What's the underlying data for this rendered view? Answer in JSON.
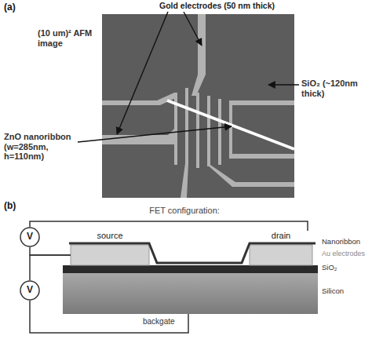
{
  "diagram": {
    "nodes": [
      {
        "text": [
          "V"
        ]
      },
      {
        "text": [
          "source"
        ]
      },
      {
        "text": [
          "drain"
        ]
      },
      {
        "text": [
          "V"
        ]
      }
    ],
    "edges": [
      {
        "from": 0,
        "to": 2,
        "arrow": "none"
      },
      {
        "from": 0,
        "to": 1,
        "arrow": "none"
      },
      {
        "from": 3,
        "to": 1,
        "arrow": "none"
      }
    ],
    "labels": [
      "(a)",
      "Gold electrodes (50 nm thick)",
      "(10 um)² AFM image",
      "SiO₂ (~120nm thick)",
      "ZnO nanoribbon (w=285nm, h=110nm)",
      "(b)",
      "FET configuration:",
      "Nanoribbon",
      "Au electrodes",
      "SiO₂",
      "Silicon",
      "backgate"
    ]
  }
}
